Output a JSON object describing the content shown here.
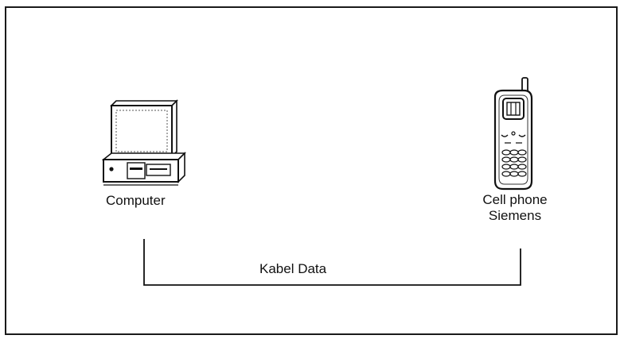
{
  "diagram": {
    "computer": {
      "label": "Computer",
      "icon": "desktop-computer-icon"
    },
    "phone": {
      "label_line1": "Cell phone",
      "label_line2": "Siemens",
      "icon": "cell-phone-icon"
    },
    "connection": {
      "label": "Kabel Data"
    }
  }
}
